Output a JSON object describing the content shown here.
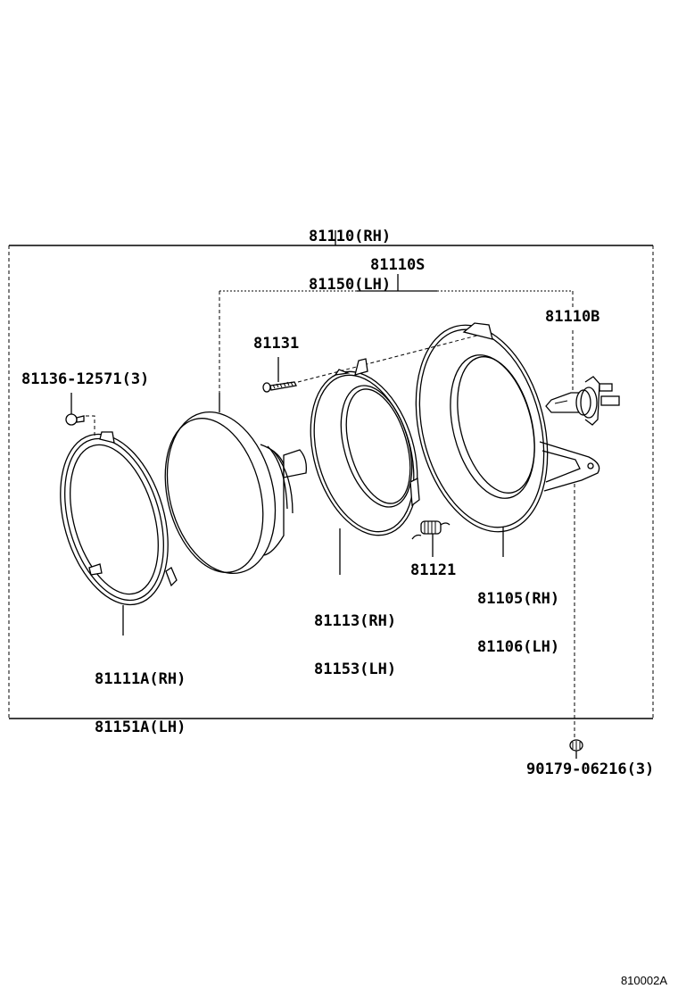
{
  "diagram": {
    "title_labels": {
      "assembly": [
        "81110(RH)",
        "81150(LH)"
      ],
      "sub_assembly": "81110S"
    },
    "parts": [
      {
        "id": "bulb",
        "label": [
          "81110B"
        ],
        "name": "Headlamp bulb"
      },
      {
        "id": "screw",
        "label": [
          "81131"
        ],
        "name": "Adjusting screw"
      },
      {
        "id": "ring-screw",
        "label": [
          "81136-12571(3)"
        ],
        "name": "Retaining ring screw",
        "qty": 3
      },
      {
        "id": "retaining-ring",
        "label": [
          "81111A(RH)",
          "81151A(LH)"
        ],
        "name": "Retaining ring"
      },
      {
        "id": "sealed-beam",
        "label": [],
        "name": "Sealed beam unit"
      },
      {
        "id": "mounting-ring",
        "label": [
          "81113(RH)",
          "81153(LH)"
        ],
        "name": "Mounting ring"
      },
      {
        "id": "spring",
        "label": [
          "81121"
        ],
        "name": "Spring"
      },
      {
        "id": "housing",
        "label": [
          "81105(RH)",
          "81106(LH)"
        ],
        "name": "Headlamp housing"
      },
      {
        "id": "nut",
        "label": [
          "90179-06216(3)"
        ],
        "name": "Nut",
        "qty": 3
      }
    ],
    "reference_code": "810002A"
  }
}
